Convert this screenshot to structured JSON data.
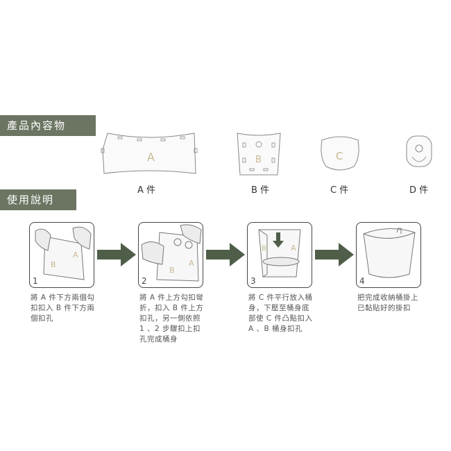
{
  "sections": {
    "contents_title": "產品內容物",
    "usage_title": "使用說明"
  },
  "parts": [
    {
      "letter": "A",
      "label": "A 件"
    },
    {
      "letter": "B",
      "label": "B 件"
    },
    {
      "letter": "C",
      "label": "C 件"
    },
    {
      "letter": "",
      "label": "D 件"
    }
  ],
  "steps": [
    {
      "number": "1",
      "lines": [
        "將 A 件下方兩個勾",
        "扣扣入 B 件下方兩",
        "個扣孔"
      ]
    },
    {
      "number": "2",
      "lines": [
        "將 A 件上方勾扣彎",
        "折，扣入 B 件上方",
        "扣孔，另一側依照",
        "1 、2 步驟扣上扣",
        "孔完成桶身"
      ]
    },
    {
      "number": "3",
      "lines": [
        "將 C 件平行放入桶",
        "身，下壓至桶身底",
        "部使 C 件凸點扣入",
        "A 、B 桶身扣孔"
      ]
    },
    {
      "number": "4",
      "lines": [
        "把完成收納桶掛上",
        "已黏貼好的掛扣"
      ]
    }
  ],
  "illustration_letters": {
    "A": "A",
    "B": "B"
  },
  "colors": {
    "section_bg": "#6b7562",
    "arrow": "#4f5e49"
  }
}
